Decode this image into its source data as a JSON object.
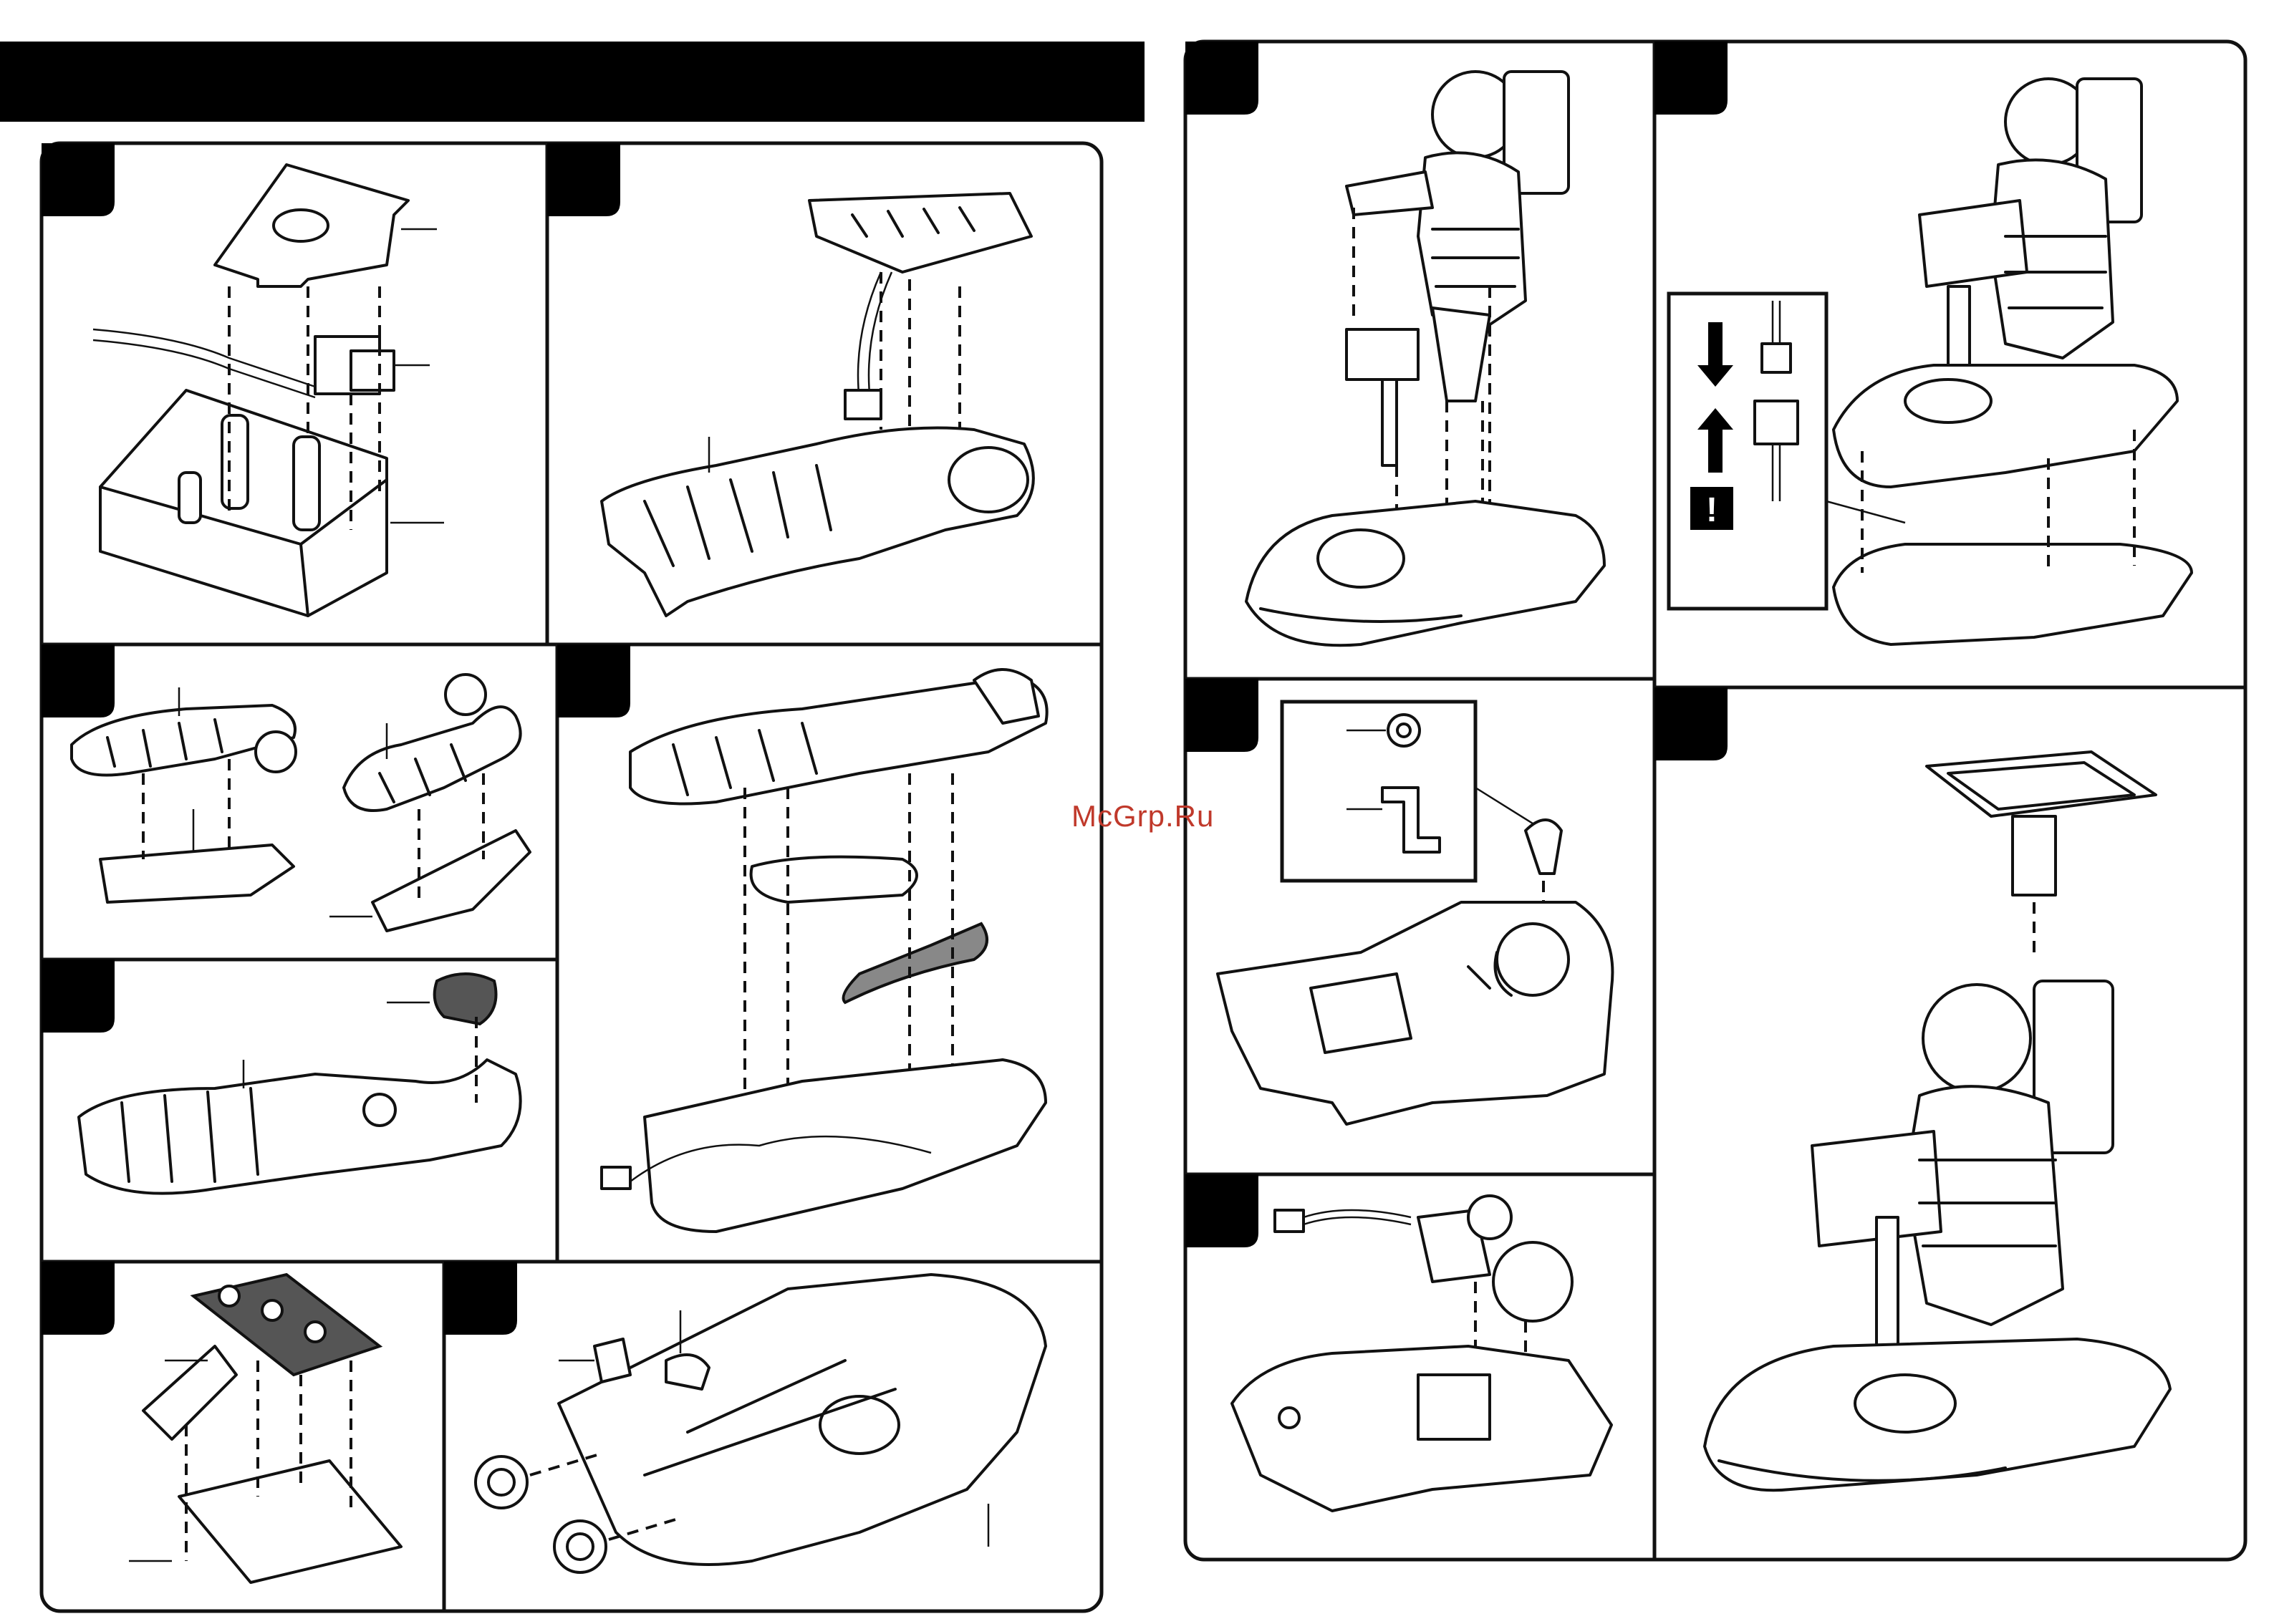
{
  "watermark": {
    "text": "McGrp.Ru",
    "color": "#c0392b"
  },
  "colors": {
    "ink": "#111111",
    "paper": "#ffffff",
    "tab": "#000000"
  },
  "panels": [
    {
      "id": "step-1",
      "subject": "battery-box-housing"
    },
    {
      "id": "step-2",
      "subject": "torso-speaker-mount"
    },
    {
      "id": "step-3",
      "subject": "arms-halves"
    },
    {
      "id": "step-4",
      "subject": "body-legs-assembly"
    },
    {
      "id": "step-5",
      "subject": "helmet-head-fit"
    },
    {
      "id": "step-6",
      "subject": "joystick-bracket"
    },
    {
      "id": "step-7",
      "subject": "base-wheels"
    },
    {
      "id": "step-8",
      "subject": "astronaut-onto-base"
    },
    {
      "id": "step-9",
      "subject": "connector-plug"
    },
    {
      "id": "step-10",
      "subject": "gear-mechanism"
    },
    {
      "id": "step-11",
      "subject": "motor-wheel-insert"
    },
    {
      "id": "step-12",
      "subject": "finished-model-with-screen"
    }
  ],
  "notice": {
    "icon": "exclamation-icon",
    "symbol": "!"
  }
}
